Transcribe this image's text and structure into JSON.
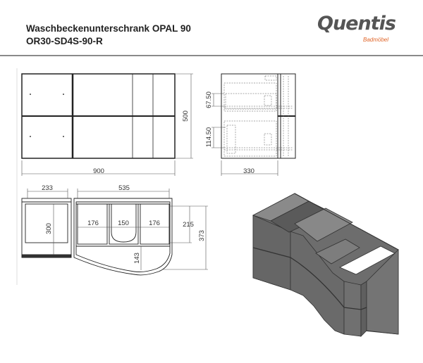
{
  "header": {
    "title": "Waschbeckenunterschrank OPAL 90",
    "article_code": "OR30-SD4S-90-R"
  },
  "logo": {
    "brand": "Quentis",
    "subtitle": "Badmöbel",
    "accent_color": "#e0662a"
  },
  "front_view": {
    "width_label": "900",
    "height_label": "500"
  },
  "side_view": {
    "depth_label": "330",
    "upper_drawer_label": "67.50",
    "lower_drawer_label": "114.50"
  },
  "top_view": {
    "left_width_label": "233",
    "right_width_label": "535",
    "left_depth_label": "300",
    "compartment_labels": [
      "176",
      "150",
      "176"
    ],
    "inner_depth_label": "215",
    "total_depth_label": "373",
    "curve_depth_label": "143"
  }
}
